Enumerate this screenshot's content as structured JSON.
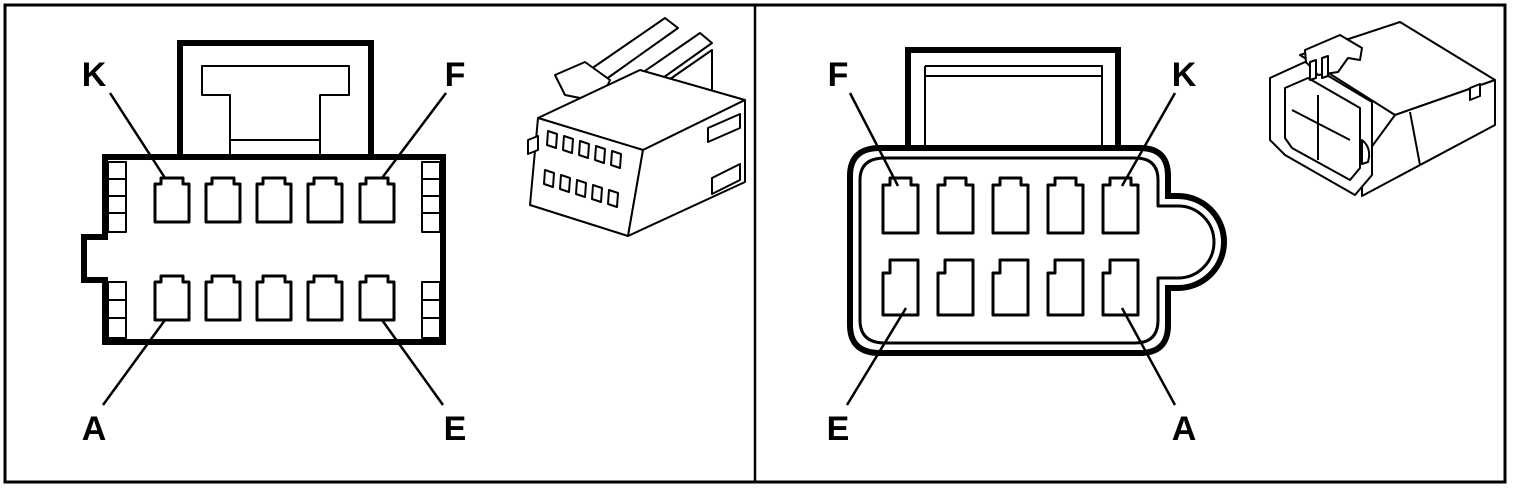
{
  "panels": [
    {
      "corner_labels": {
        "top_left": "K",
        "top_right": "F",
        "bottom_left": "A",
        "bottom_right": "E"
      }
    },
    {
      "corner_labels": {
        "top_left": "F",
        "top_right": "K",
        "bottom_left": "E",
        "bottom_right": "A"
      }
    }
  ],
  "colors": {
    "line": "#000000",
    "background": "#ffffff"
  }
}
